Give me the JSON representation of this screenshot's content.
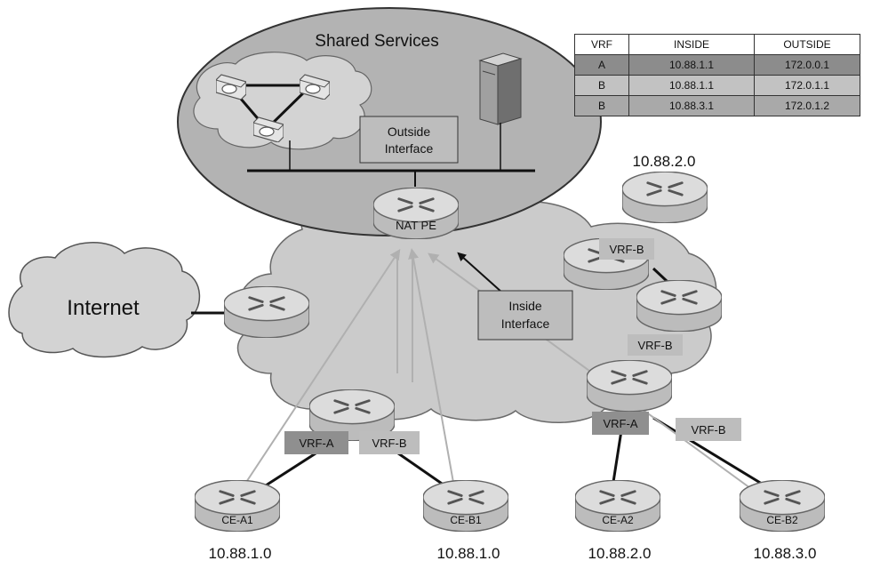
{
  "shared_services": {
    "title": "Shared Services",
    "outside_interface": [
      "Outside",
      "Interface"
    ]
  },
  "nat_table": {
    "headers": [
      "VRF",
      "INSIDE",
      "OUTSIDE"
    ],
    "rows": [
      [
        "A",
        "10.88.1.1",
        "172.0.0.1"
      ],
      [
        "B",
        "10.88.1.1",
        "172.0.1.1"
      ],
      [
        "B",
        "10.88.3.1",
        "172.0.1.2"
      ]
    ]
  },
  "internet_label": "Internet",
  "nat_pe_label": "NAT PE",
  "inside_interface": [
    "Inside",
    "Interface"
  ],
  "vrf_labels": {
    "top_right": "VRF-B",
    "mid_right": "VRF-B",
    "pe_left_a": "VRF-A",
    "pe_left_b": "VRF-B",
    "pe_right_a": "VRF-A",
    "pe_right_b": "VRF-B"
  },
  "subnets": {
    "top_right": "10.88.2.0",
    "ce_a1": "10.88.1.0",
    "ce_b1": "10.88.1.0",
    "ce_a2": "10.88.2.0",
    "ce_b2": "10.88.3.0"
  },
  "ce_routers": {
    "ce_a1": "CE-A1",
    "ce_b1": "CE-B1",
    "ce_a2": "CE-A2",
    "ce_b2": "CE-B2"
  },
  "colors": {
    "cloud": "#cbcbcb",
    "shared": "#b3b3b3",
    "router_top": "#d9d9d9",
    "router_side": "#bdbdbd",
    "label_box": "#bdbdbd",
    "label_dark": "#8f8f8f",
    "arrow_grey": "#b0b0b0"
  }
}
